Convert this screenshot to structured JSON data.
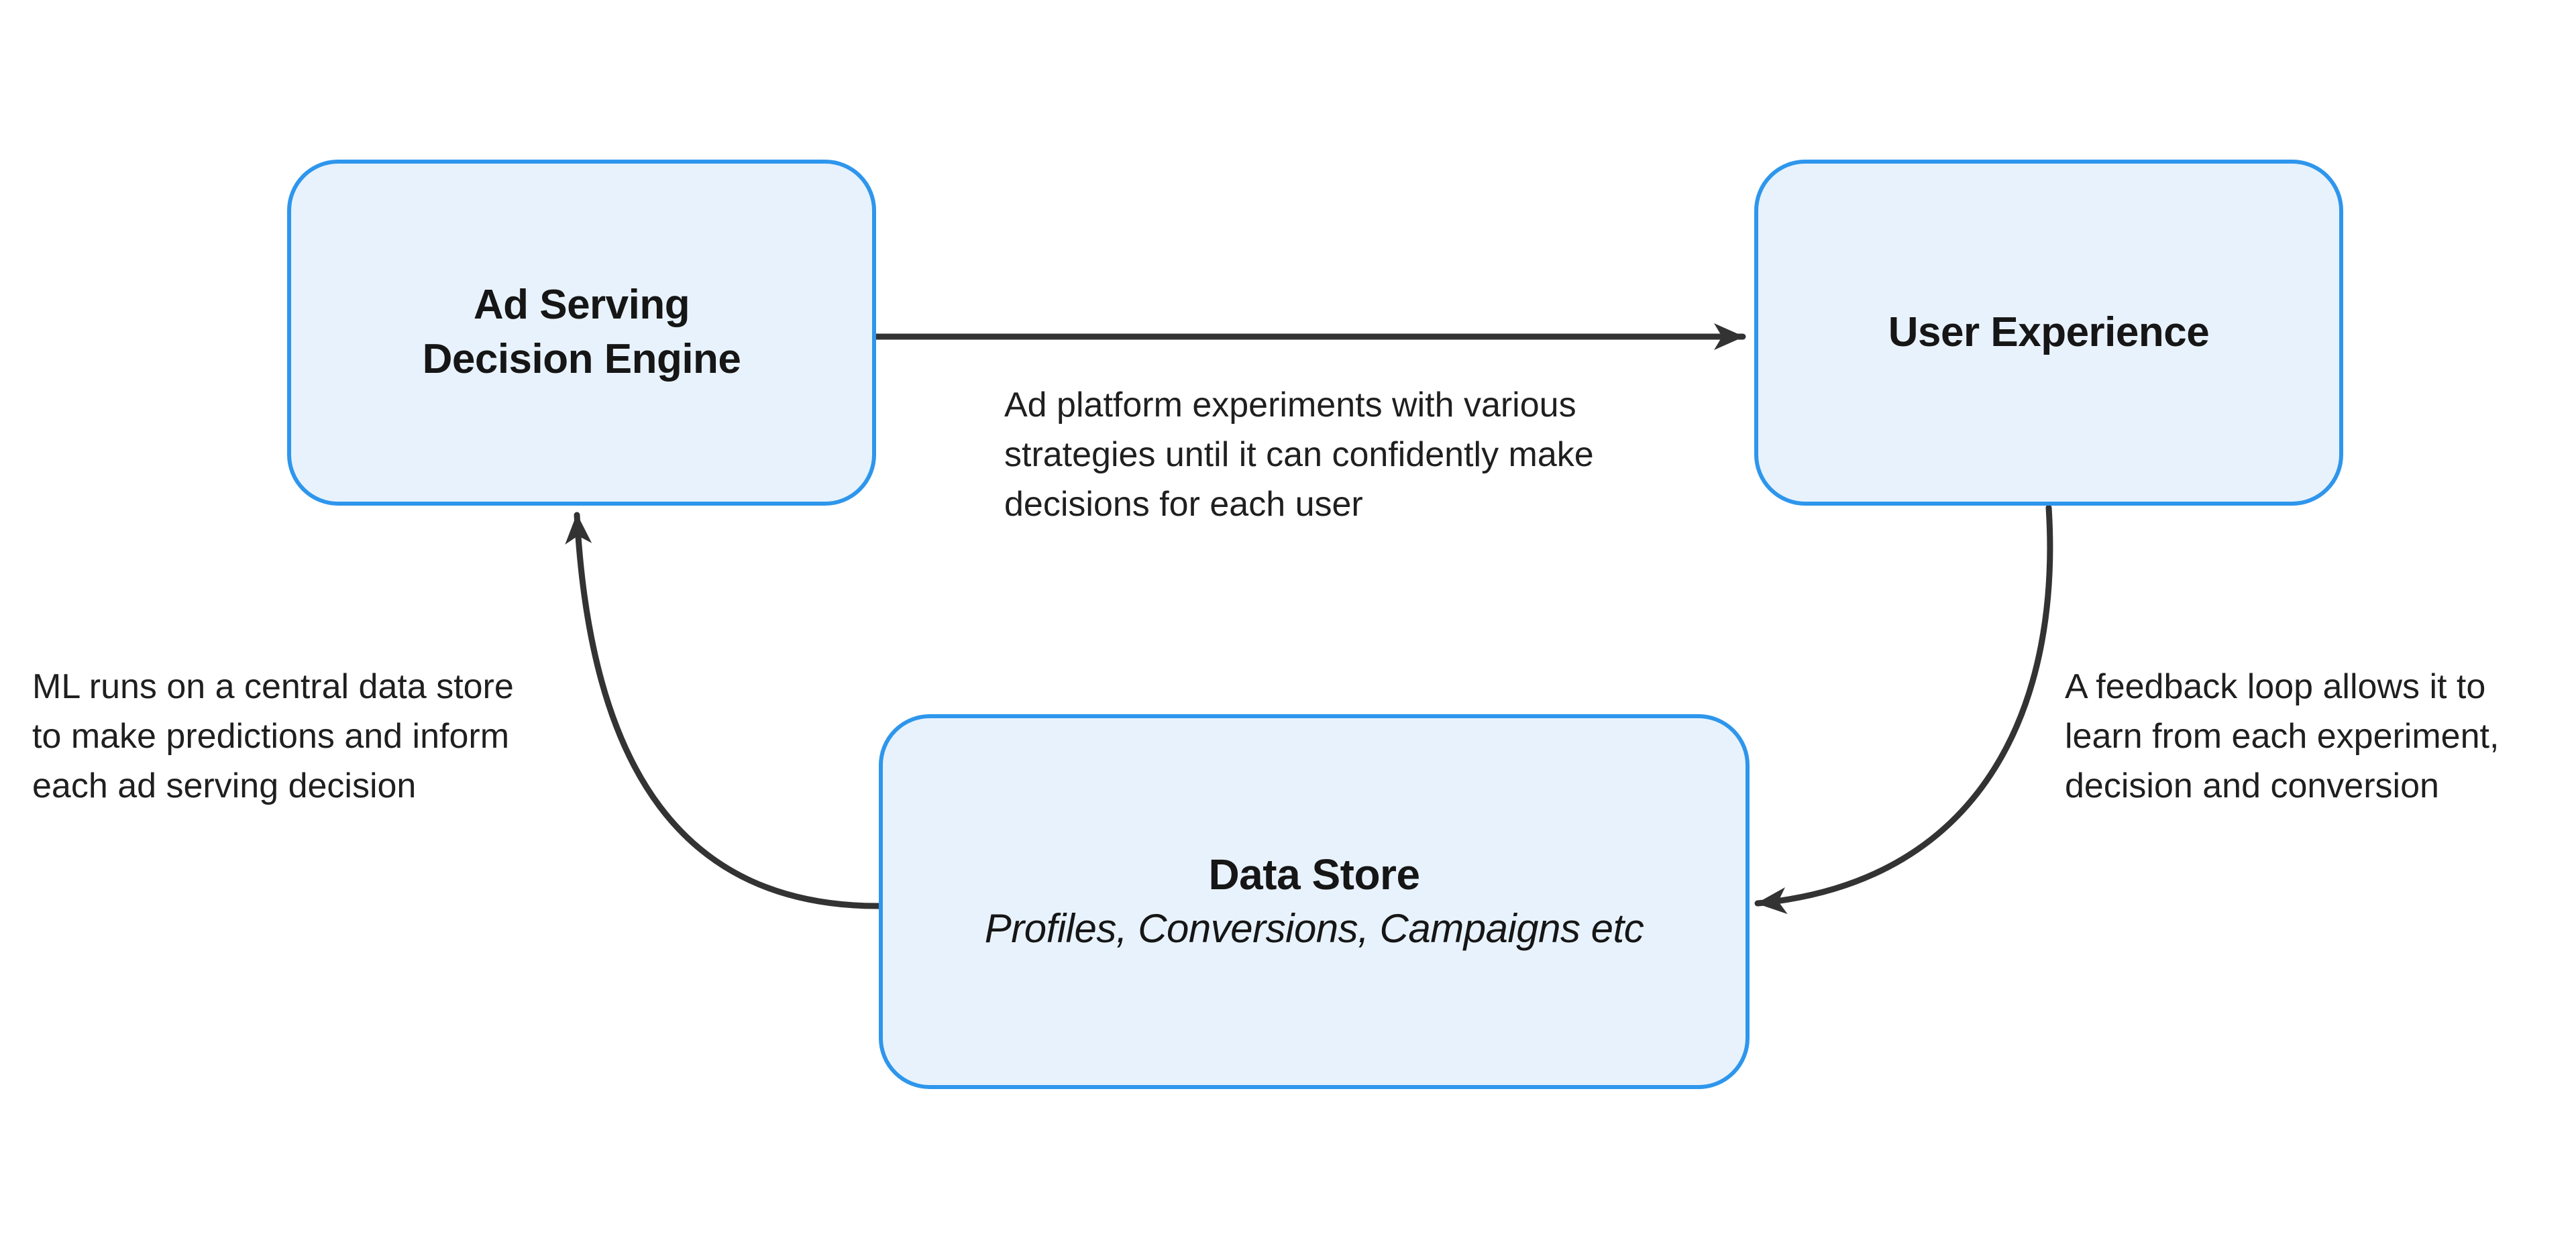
{
  "diagram": {
    "nodes": {
      "ad_serving": {
        "label": "Ad Serving\nDecision Engine"
      },
      "user_experience": {
        "label": "User Experience"
      },
      "data_store": {
        "title": "Data Store",
        "subtitle": "Profiles, Conversions, Campaigns etc"
      }
    },
    "annotations": {
      "experiments": "Ad platform experiments with various\nstrategies until it can confidently make\ndecisions for each user",
      "ml": "ML runs on a central data store\nto make predictions and inform\neach ad serving decision",
      "feedback": "A feedback loop allows it to\nlearn from each experiment,\ndecision and conversion"
    },
    "edges": [
      {
        "from": "ad_serving",
        "to": "user_experience",
        "annotation": "experiments"
      },
      {
        "from": "user_experience",
        "to": "data_store",
        "annotation": "feedback"
      },
      {
        "from": "data_store",
        "to": "ad_serving",
        "annotation": "ml"
      }
    ],
    "colors": {
      "background": "#FFFFFF",
      "node_fill": "#E8F2FC",
      "node_border": "#2E96EC",
      "arrow": "#333333",
      "title_text": "#161616",
      "annotation_text": "#1F1F1F"
    }
  }
}
